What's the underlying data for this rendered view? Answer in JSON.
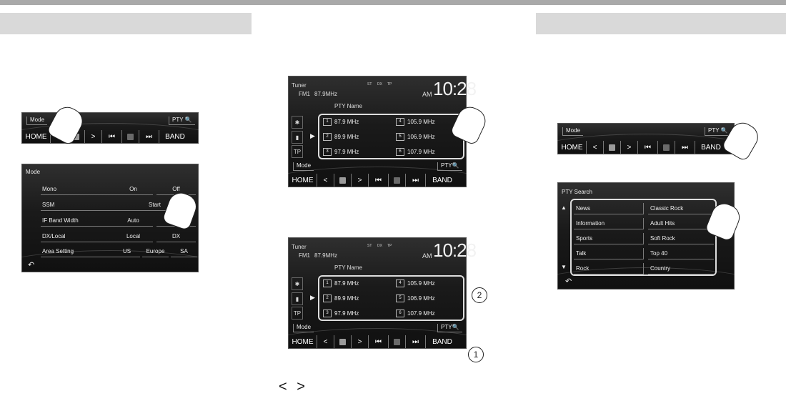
{
  "mode_bar": {
    "mode": "Mode",
    "home": "HOME",
    "pty": "PTY",
    "band": "BAND"
  },
  "mode_menu": {
    "title": "Mode",
    "rows": [
      {
        "label": "Mono",
        "a": "On",
        "b": "Off"
      },
      {
        "label": "SSM",
        "a": "Start",
        "b": ""
      },
      {
        "label": "IF Band Width",
        "a": "Auto",
        "b": ""
      },
      {
        "label": "DX/Local",
        "a": "Local",
        "b": "DX"
      },
      {
        "label": "Area Setting",
        "a": "US",
        "b": "Europe",
        "c": "SA"
      }
    ]
  },
  "tuner": {
    "source": "Tuner",
    "band": "FM1",
    "freq1": "87.9MHz",
    "freq2": "87.9MHz",
    "indicators": [
      "ST",
      "DX",
      "TP"
    ],
    "am": "AM",
    "clock": "10:28",
    "pty_name": "PTY Name",
    "tp": "TP",
    "mode": "Mode",
    "pty": "PTY",
    "home": "HOME",
    "band_btn": "BAND",
    "presets": [
      {
        "num": "1",
        "freq": "87.9 MHz"
      },
      {
        "num": "2",
        "freq": "89.9 MHz"
      },
      {
        "num": "3",
        "freq": "97.9 MHz"
      },
      {
        "num": "4",
        "freq": "105.9 MHz"
      },
      {
        "num": "5",
        "freq": "106.9 MHz"
      },
      {
        "num": "6",
        "freq": "107.9 MHz"
      }
    ],
    "callout1": "1",
    "callout2": "2"
  },
  "pty_bar": {
    "mode": "Mode",
    "home": "HOME",
    "pty": "PTY",
    "band": "BAND"
  },
  "pty_search": {
    "title": "PTY Search",
    "left": [
      "News",
      "Information",
      "Sports",
      "Talk",
      "Rock"
    ],
    "right": [
      "Classic Rock",
      "Adult Hits",
      "Soft Rock",
      "Top 40",
      "Country"
    ]
  },
  "bottom_arrows": "< >"
}
